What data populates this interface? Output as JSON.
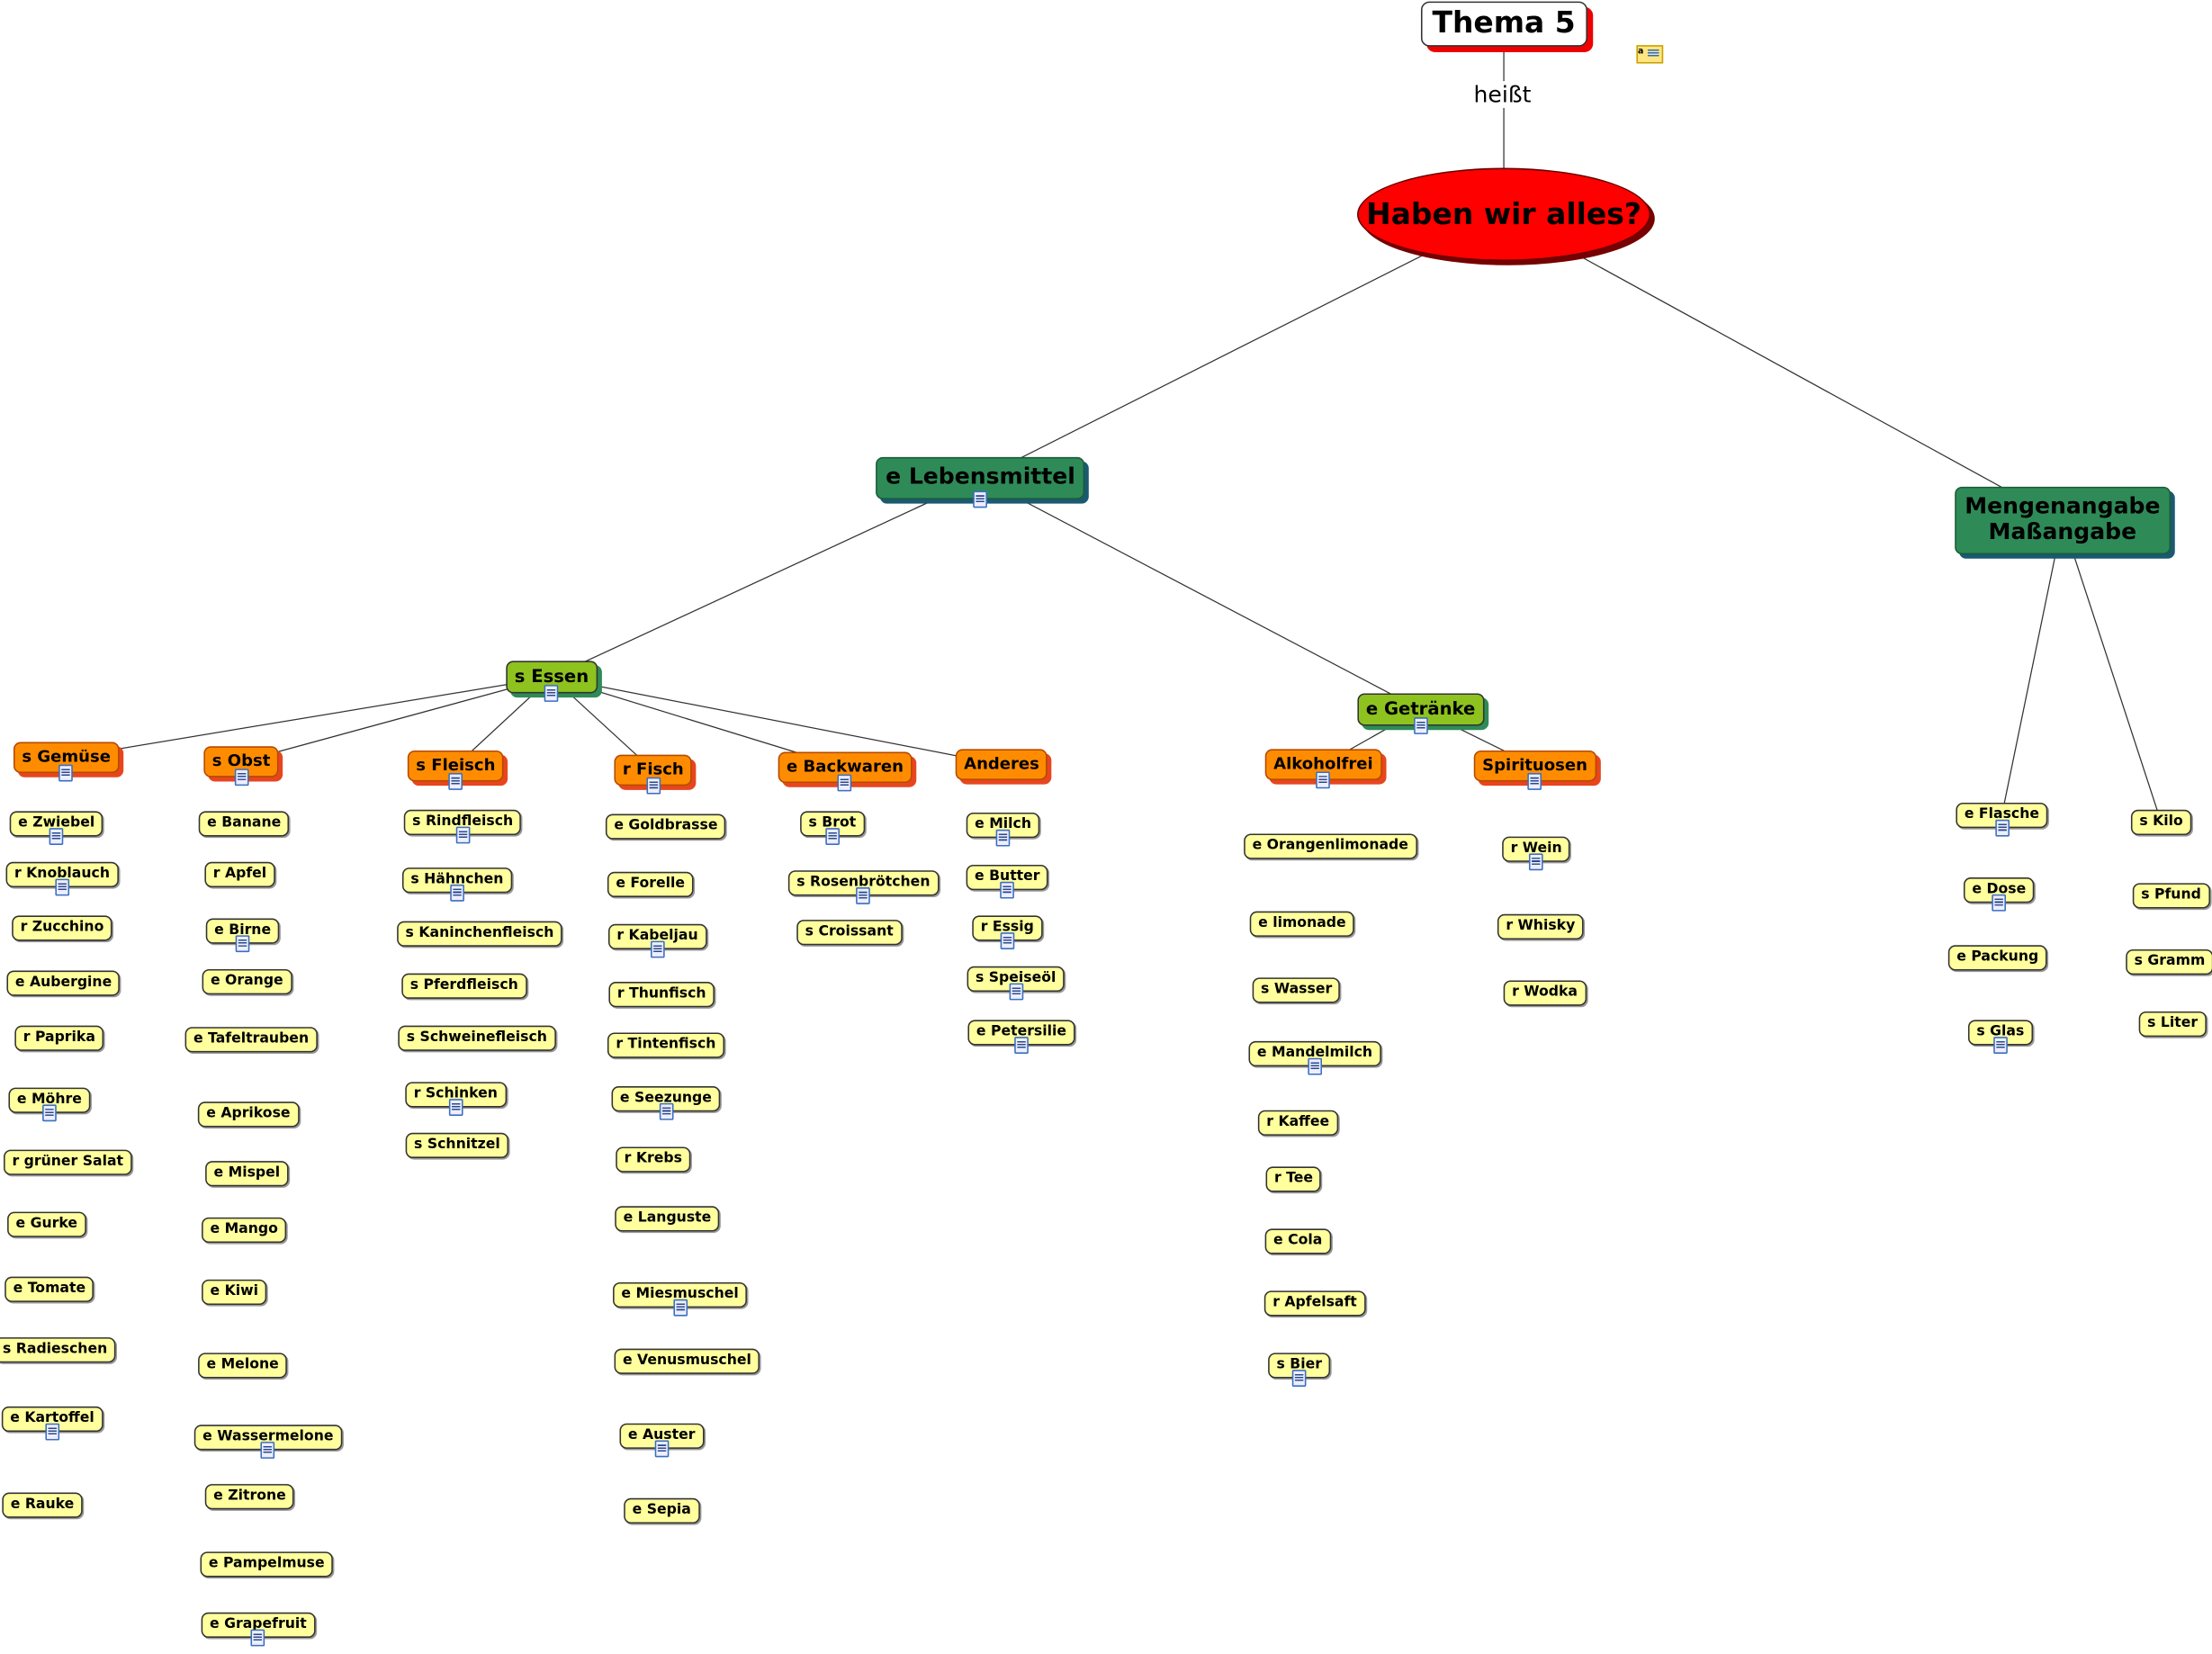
{
  "link_label": "heißt",
  "legend_icon_letter": "a",
  "colors": {
    "root_shadow": "#e00000",
    "ellipse": "#ff0000",
    "main": "#2e8b57",
    "sub": "#8dc21f",
    "category": "#ff8c00",
    "leaf": "#ffff9e"
  },
  "nodes": [
    {
      "id": "thema",
      "label": "Thema 5",
      "type": "root",
      "note": false
    },
    {
      "id": "haben",
      "label": "Haben wir alles?",
      "type": "ellipse",
      "parent": "thema",
      "note": false
    },
    {
      "id": "lebensmittel",
      "label": "e Lebensmittel",
      "type": "main",
      "parent": "haben",
      "note": true
    },
    {
      "id": "mengen",
      "label": "Mengenangabe\nMaßangabe",
      "type": "main",
      "parent": "haben",
      "note": false
    },
    {
      "id": "essen",
      "label": "s Essen",
      "type": "sub",
      "parent": "lebensmittel",
      "note": true
    },
    {
      "id": "getraenke",
      "label": "e Getränke",
      "type": "sub",
      "parent": "lebensmittel",
      "note": true
    },
    {
      "id": "gemuese",
      "label": "s Gemüse",
      "type": "cat",
      "parent": "essen",
      "note": true
    },
    {
      "id": "obst",
      "label": "s Obst",
      "type": "cat",
      "parent": "essen",
      "note": true
    },
    {
      "id": "fleisch",
      "label": "s Fleisch",
      "type": "cat",
      "parent": "essen",
      "note": true
    },
    {
      "id": "fisch",
      "label": "r Fisch",
      "type": "cat",
      "parent": "essen",
      "note": true
    },
    {
      "id": "backwaren",
      "label": "e Backwaren",
      "type": "cat",
      "parent": "essen",
      "note": true
    },
    {
      "id": "anderes",
      "label": "Anderes",
      "type": "cat",
      "parent": "essen",
      "note": false
    },
    {
      "id": "alkoholfrei",
      "label": "Alkoholfrei",
      "type": "cat",
      "parent": "getraenke",
      "note": true
    },
    {
      "id": "spirituosen",
      "label": "Spirituosen",
      "type": "cat",
      "parent": "getraenke",
      "note": true
    },
    {
      "id": "g1",
      "label": "e Zwiebel",
      "type": "leaf",
      "note": true
    },
    {
      "id": "g2",
      "label": "r Knoblauch",
      "type": "leaf",
      "note": true
    },
    {
      "id": "g3",
      "label": "r Zucchino",
      "type": "leaf",
      "note": false
    },
    {
      "id": "g4",
      "label": "e Aubergine",
      "type": "leaf",
      "note": false
    },
    {
      "id": "g5",
      "label": "r Paprika",
      "type": "leaf",
      "note": false
    },
    {
      "id": "g6",
      "label": "e Möhre",
      "type": "leaf",
      "note": true
    },
    {
      "id": "g7",
      "label": "r grüner Salat",
      "type": "leaf",
      "note": false
    },
    {
      "id": "g8",
      "label": "e Gurke",
      "type": "leaf",
      "note": false
    },
    {
      "id": "g9",
      "label": "e Tomate",
      "type": "leaf",
      "note": false
    },
    {
      "id": "g10",
      "label": "s Radieschen",
      "type": "leaf",
      "note": false
    },
    {
      "id": "g11",
      "label": "e Kartoffel",
      "type": "leaf",
      "note": true
    },
    {
      "id": "g12",
      "label": "e Rauke",
      "type": "leaf",
      "note": false
    },
    {
      "id": "o1",
      "label": "e Banane",
      "type": "leaf",
      "note": false
    },
    {
      "id": "o2",
      "label": "r Apfel",
      "type": "leaf",
      "note": false
    },
    {
      "id": "o3",
      "label": "e Birne",
      "type": "leaf",
      "note": true
    },
    {
      "id": "o4",
      "label": "e Orange",
      "type": "leaf",
      "note": false
    },
    {
      "id": "o5",
      "label": "e Tafeltrauben",
      "type": "leaf",
      "note": false
    },
    {
      "id": "o6",
      "label": "e Aprikose",
      "type": "leaf",
      "note": false
    },
    {
      "id": "o7",
      "label": "e Mispel",
      "type": "leaf",
      "note": false
    },
    {
      "id": "o8",
      "label": "e Mango",
      "type": "leaf",
      "note": false
    },
    {
      "id": "o9",
      "label": "e Kiwi",
      "type": "leaf",
      "note": false
    },
    {
      "id": "o10",
      "label": "e Melone",
      "type": "leaf",
      "note": false
    },
    {
      "id": "o11",
      "label": "e Wassermelone",
      "type": "leaf",
      "note": true
    },
    {
      "id": "o12",
      "label": "e  Zitrone",
      "type": "leaf",
      "note": false
    },
    {
      "id": "o13",
      "label": "e Pampelmuse",
      "type": "leaf",
      "note": false
    },
    {
      "id": "o14",
      "label": "e Grapefruit",
      "type": "leaf",
      "note": true
    },
    {
      "id": "f1",
      "label": "s Rindfleisch",
      "type": "leaf",
      "note": true
    },
    {
      "id": "f2",
      "label": "s Hähnchen",
      "type": "leaf",
      "note": true
    },
    {
      "id": "f3",
      "label": "s Kaninchenfleisch",
      "type": "leaf",
      "note": false
    },
    {
      "id": "f4",
      "label": "s Pferdfleisch",
      "type": "leaf",
      "note": false
    },
    {
      "id": "f5",
      "label": "s Schweinefleisch",
      "type": "leaf",
      "note": false
    },
    {
      "id": "f6",
      "label": "r Schinken",
      "type": "leaf",
      "note": true
    },
    {
      "id": "f7",
      "label": "s Schnitzel",
      "type": "leaf",
      "note": false
    },
    {
      "id": "fi1",
      "label": "e  Goldbrasse",
      "type": "leaf",
      "note": false
    },
    {
      "id": "fi2",
      "label": "e Forelle",
      "type": "leaf",
      "note": false
    },
    {
      "id": "fi3",
      "label": "r Kabeljau",
      "type": "leaf",
      "note": true
    },
    {
      "id": "fi4",
      "label": "r Thunfisch",
      "type": "leaf",
      "note": false
    },
    {
      "id": "fi5",
      "label": "r Tintenfisch",
      "type": "leaf",
      "note": false
    },
    {
      "id": "fi6",
      "label": "e Seezunge",
      "type": "leaf",
      "note": true
    },
    {
      "id": "fi7",
      "label": "r Krebs",
      "type": "leaf",
      "note": false
    },
    {
      "id": "fi8",
      "label": "e Languste",
      "type": "leaf",
      "note": false
    },
    {
      "id": "fi9",
      "label": "e Miesmuschel",
      "type": "leaf",
      "note": true
    },
    {
      "id": "fi10",
      "label": "e Venusmuschel",
      "type": "leaf",
      "note": false
    },
    {
      "id": "fi11",
      "label": "e Auster",
      "type": "leaf",
      "note": true
    },
    {
      "id": "fi12",
      "label": "e Sepia",
      "type": "leaf",
      "note": false
    },
    {
      "id": "b1",
      "label": "s Brot",
      "type": "leaf",
      "note": true
    },
    {
      "id": "b2",
      "label": "s Rosenbrötchen",
      "type": "leaf",
      "note": true
    },
    {
      "id": "b3",
      "label": "s Croissant",
      "type": "leaf",
      "note": false
    },
    {
      "id": "a1",
      "label": "e Milch",
      "type": "leaf",
      "note": true
    },
    {
      "id": "a2",
      "label": "e Butter",
      "type": "leaf",
      "note": true
    },
    {
      "id": "a3",
      "label": "r Essig",
      "type": "leaf",
      "note": true
    },
    {
      "id": "a4",
      "label": "s Speiseöl",
      "type": "leaf",
      "note": true
    },
    {
      "id": "a5",
      "label": "e Petersilie",
      "type": "leaf",
      "note": true
    },
    {
      "id": "k1",
      "label": "e Orangenlimonade",
      "type": "leaf",
      "note": false
    },
    {
      "id": "k2",
      "label": "e limonade",
      "type": "leaf",
      "note": false
    },
    {
      "id": "k3",
      "label": "s Wasser",
      "type": "leaf",
      "note": false
    },
    {
      "id": "k4",
      "label": "e Mandelmilch",
      "type": "leaf",
      "note": true
    },
    {
      "id": "k5",
      "label": "r Kaffee",
      "type": "leaf",
      "note": false
    },
    {
      "id": "k6",
      "label": "r Tee",
      "type": "leaf",
      "note": false
    },
    {
      "id": "k7",
      "label": "e Cola",
      "type": "leaf",
      "note": false
    },
    {
      "id": "k8",
      "label": "r Apfelsaft",
      "type": "leaf",
      "note": false
    },
    {
      "id": "k9",
      "label": "s Bier",
      "type": "leaf",
      "note": true
    },
    {
      "id": "s1",
      "label": "r  Wein",
      "type": "leaf",
      "note": true
    },
    {
      "id": "s2",
      "label": "r Whisky",
      "type": "leaf",
      "note": false
    },
    {
      "id": "s3",
      "label": "r Wodka",
      "type": "leaf",
      "note": false
    },
    {
      "id": "m1",
      "label": "e Flasche",
      "type": "leaf",
      "parent": "mengen",
      "note": true
    },
    {
      "id": "m2",
      "label": "e Dose",
      "type": "leaf",
      "note": true
    },
    {
      "id": "m3",
      "label": "e Packung",
      "type": "leaf",
      "note": false
    },
    {
      "id": "m4",
      "label": "s Glas",
      "type": "leaf",
      "note": true
    },
    {
      "id": "m5",
      "label": "s Kilo",
      "type": "leaf",
      "parent": "mengen",
      "note": false
    },
    {
      "id": "m6",
      "label": "s Pfund",
      "type": "leaf",
      "note": false
    },
    {
      "id": "m7",
      "label": "s Gramm",
      "type": "leaf",
      "note": false
    },
    {
      "id": "m8",
      "label": "s Liter",
      "type": "leaf",
      "note": false
    }
  ]
}
